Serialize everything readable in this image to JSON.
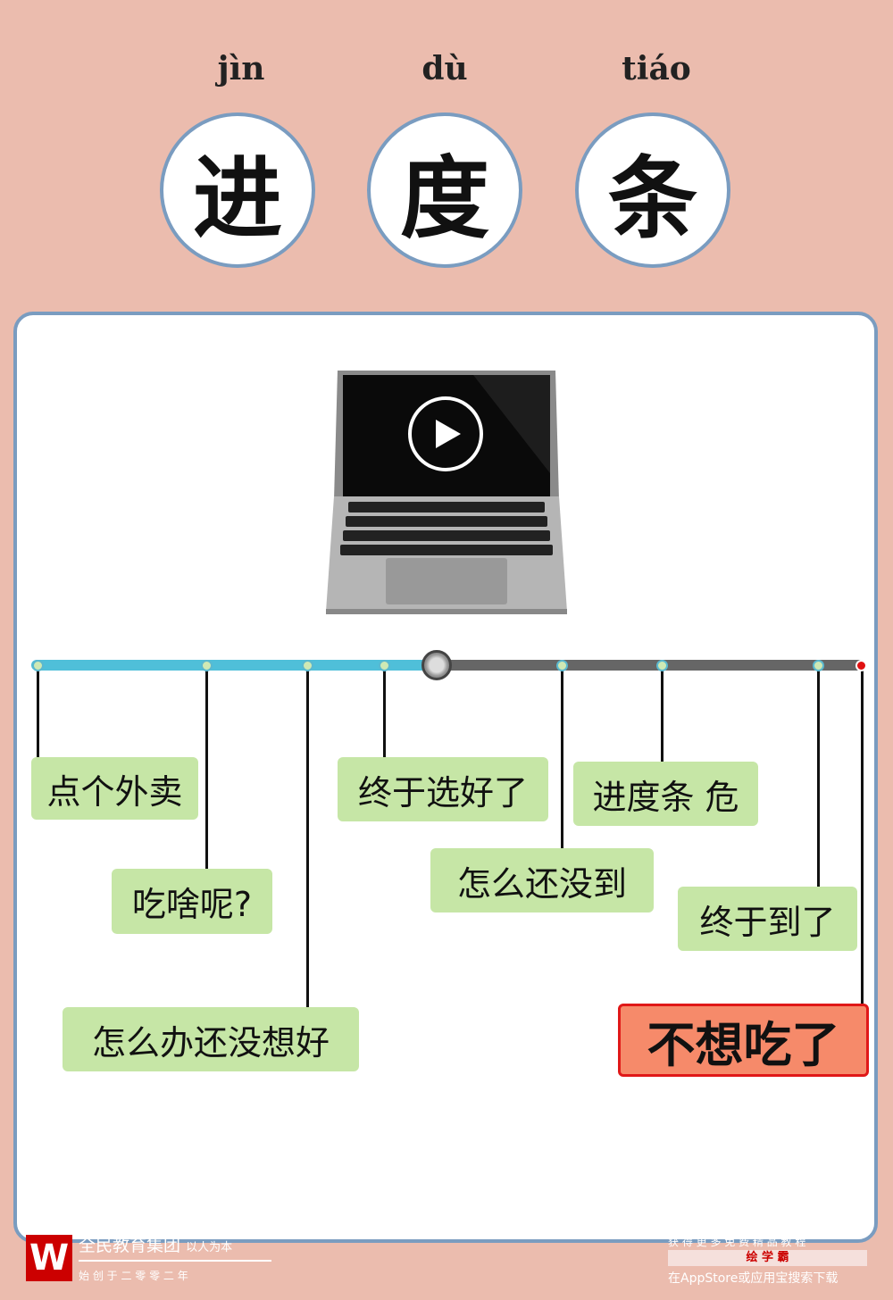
{
  "title": {
    "pinyin": [
      "jìn",
      "dù",
      "tiáo"
    ],
    "chars": [
      "进",
      "度",
      "条"
    ]
  },
  "timeline": {
    "progress_percent": 47,
    "labels": [
      "点个外卖",
      "吃啥呢?",
      "怎么办还没想好",
      "终于选好了",
      "怎么还没到",
      "进度条 危",
      "终于到了",
      "不想吃了"
    ]
  },
  "footer": {
    "brand": "全民教育集团",
    "slogan": "以人为本",
    "founded": "始 创 于 二 零 零 二 年",
    "promo": "获 得 更 多 免 费 精 品 教 程",
    "app": "绘 学 霸",
    "download": "在AppStore或应用宝搜索下载"
  },
  "colors": {
    "background": "#ebbcae",
    "progress": "#4fbfd9",
    "track": "#666666",
    "label": "#c6e6a6",
    "final": "#f68a6a"
  }
}
